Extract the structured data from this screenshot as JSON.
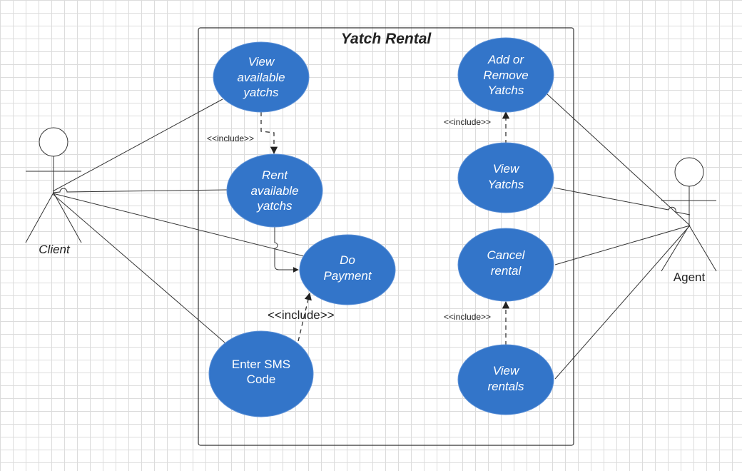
{
  "system": {
    "title": "Yatch Rental"
  },
  "actors": {
    "client": "Client",
    "agent": "Agent"
  },
  "use_cases": {
    "view_available": [
      "View",
      "available",
      "yatchs"
    ],
    "rent_available": [
      "Rent",
      "available",
      "yatchs"
    ],
    "do_payment": [
      "Do",
      "Payment"
    ],
    "enter_sms": [
      "Enter SMS",
      "Code"
    ],
    "add_remove": [
      "Add or",
      "Remove",
      "Yatchs"
    ],
    "view_yatchs": [
      "View",
      "Yatchs"
    ],
    "cancel_rental": [
      "Cancel",
      "rental"
    ],
    "view_rentals": [
      "View",
      "rentals"
    ]
  },
  "relations": {
    "include_view_rent": "<<include>>",
    "include_sms_payment": "<<include>>",
    "include_view_add": "<<include>>",
    "include_rentals_cancel": "<<include>>"
  },
  "colors": {
    "use_case_fill": "#3375c9",
    "grid": "#dcdcdc",
    "line": "#333333"
  }
}
